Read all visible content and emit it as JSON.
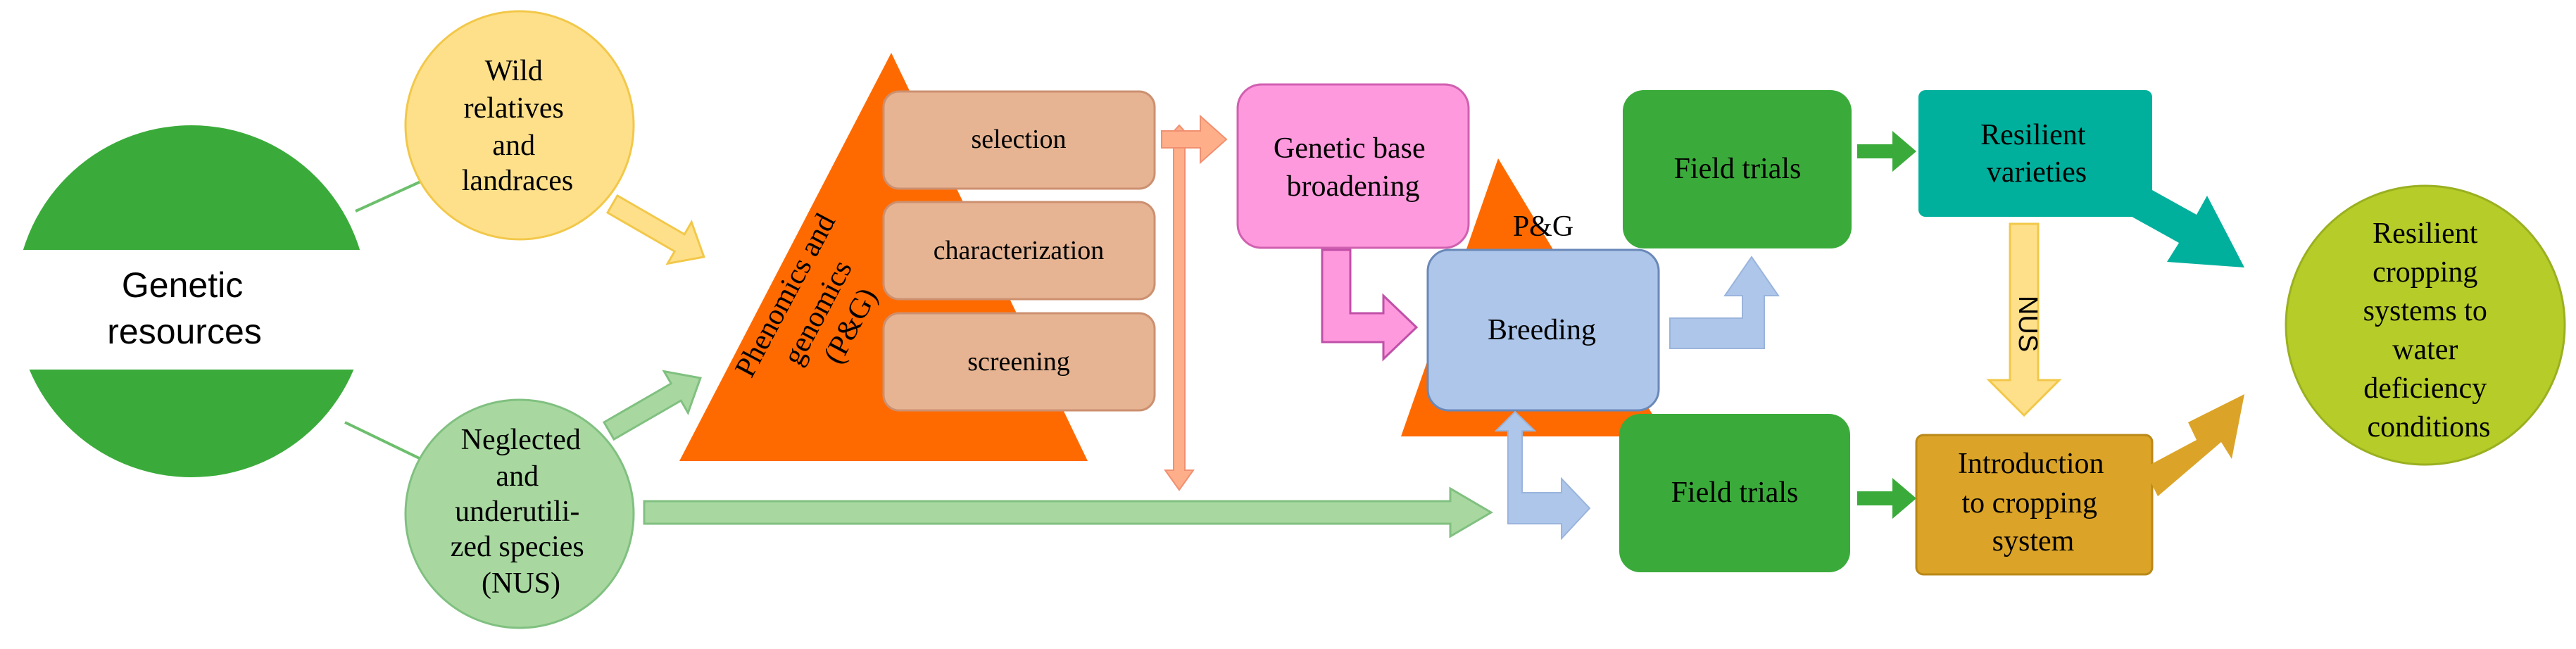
{
  "diagram": {
    "genetic_resources": [
      "Genetic",
      "resources"
    ],
    "wild_relatives": [
      "Wild",
      "relatives",
      "and",
      "landraces"
    ],
    "nus_species": [
      "Neglected",
      "and",
      "underutili-",
      "zed species",
      "(NUS)"
    ],
    "pyramid_label": [
      "Phenomics and",
      "genomics",
      "(P&G)"
    ],
    "pyramid_items": [
      "selection",
      "characterization",
      "screening"
    ],
    "genetic_base": [
      "Genetic base",
      "broadening"
    ],
    "small_pyramid_label": "P&G",
    "breeding": "Breeding",
    "field_trials_top": "Field  trials",
    "field_trials_bottom": "Field  trials",
    "resilient_varieties": [
      "Resilient",
      "varieties"
    ],
    "nus_vertical": "NUS",
    "introduction": [
      "Introduction",
      "to cropping",
      "system"
    ],
    "resilient_systems": [
      "Resilient",
      "cropping",
      "systems to",
      "water",
      "deficiency",
      "conditions"
    ]
  },
  "colors": {
    "green_dark": "#3aab3a",
    "wild_yellow": "#ffe08a",
    "nus_green": "#a8d8a0",
    "pyramid_orange": "#ff6a00",
    "pyramid_item_fill": "#e6b493",
    "pink": "#ff99dd",
    "breeding_blue": "#adc6ea",
    "teal": "#00b09c",
    "gold": "#dba428",
    "lime": "#b6cc28"
  }
}
